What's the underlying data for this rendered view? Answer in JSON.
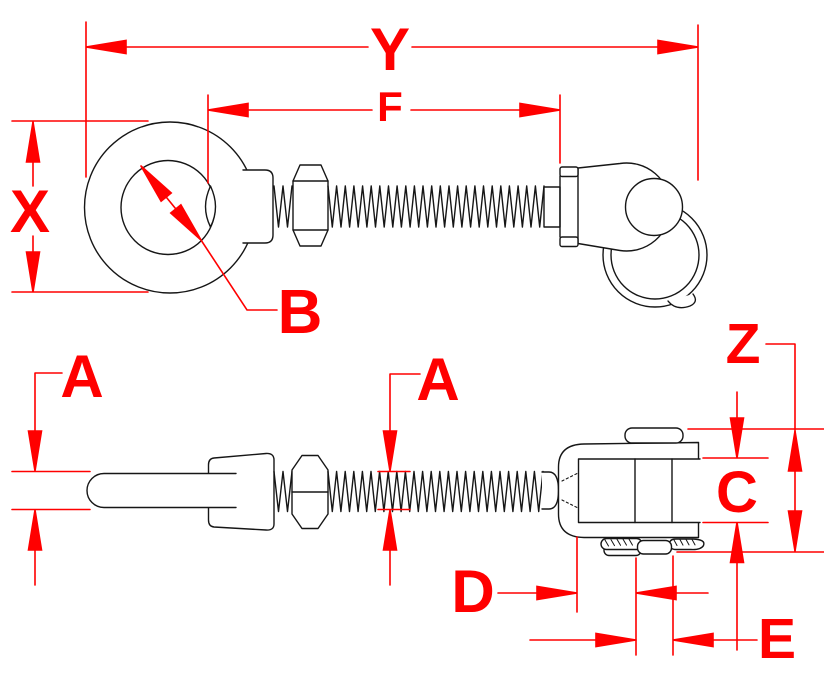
{
  "drawing": {
    "type": "technical-dimension-drawing",
    "views": {
      "top": "swivel eye bolt - top view",
      "side": "swivel eye bolt - side view"
    },
    "labels": {
      "Y": "Y",
      "F": "F",
      "X": "X",
      "B": "B",
      "A": "A",
      "Z": "Z",
      "C": "C",
      "D": "D",
      "E": "E"
    }
  },
  "colors": {
    "dimension_red": "#ff0000",
    "line_black": "#161616",
    "background": "#ffffff"
  }
}
